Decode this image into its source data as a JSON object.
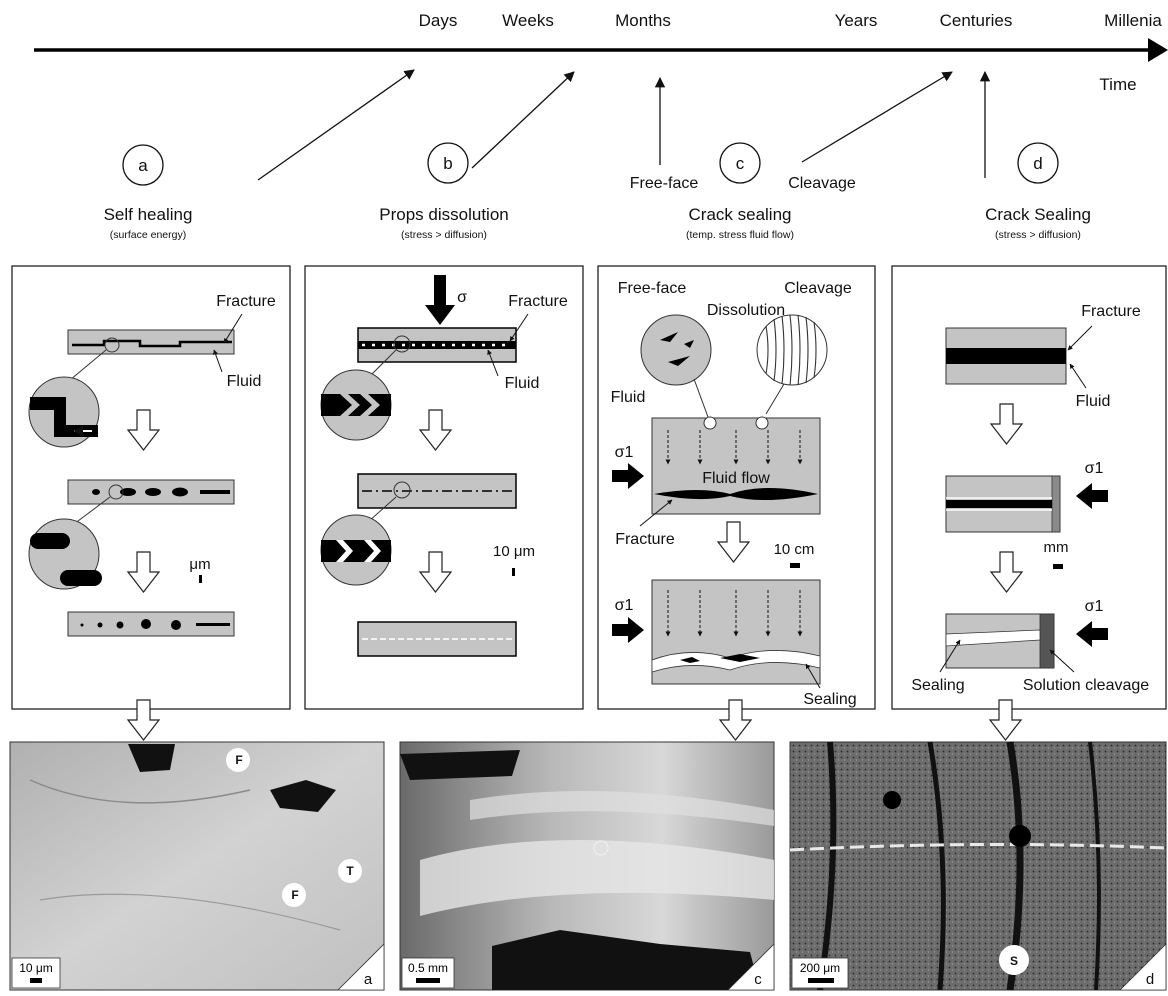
{
  "timeline": {
    "ticks": [
      "Days",
      "Weeks",
      "Months",
      "Years",
      "Centuries",
      "Millenia"
    ],
    "axis_label": "Time"
  },
  "mechanisms": [
    {
      "letter": "a",
      "title": "Self healing",
      "subtitle": "(surface energy)"
    },
    {
      "letter": "b",
      "title": "Props dissolution",
      "subtitle": "(stress > diffusion)"
    },
    {
      "letter": "c",
      "title": "Crack sealing",
      "subtitle": "(temp. stress fluid flow)"
    },
    {
      "letter": "d",
      "title": "Crack Sealing",
      "subtitle": "(stress > diffusion)"
    }
  ],
  "connectors": {
    "c_left": "Free-face",
    "c_right": "Cleavage"
  },
  "panel_a": {
    "fracture": "Fracture",
    "fluid": "Fluid",
    "scale": "μm"
  },
  "panel_b": {
    "sigma": "σ",
    "fracture": "Fracture",
    "fluid": "Fluid",
    "scale": "10 μm"
  },
  "panel_c": {
    "free_face": "Free-face",
    "cleavage": "Cleavage",
    "dissolution": "Dissolution",
    "fluid": "Fluid",
    "sigma1": "σ1",
    "sigma1b": "σ1",
    "fluid_flow": "Fluid flow",
    "fracture": "Fracture",
    "scale": "10 cm",
    "sealing": "Sealing"
  },
  "panel_d": {
    "fracture": "Fracture",
    "fluid": "Fluid",
    "sigma1": "σ1",
    "sigma1b": "σ1",
    "scale": "mm",
    "sealing": "Sealing",
    "solution_cleavage": "Solution cleavage"
  },
  "photos": [
    {
      "scale": "10 μm",
      "corner": "a",
      "tags": [
        "F",
        "T",
        "F"
      ]
    },
    {
      "scale": "0.5 mm",
      "corner": "c",
      "tags": []
    },
    {
      "scale": "200 μm",
      "corner": "d",
      "tags": [
        "S"
      ]
    }
  ]
}
